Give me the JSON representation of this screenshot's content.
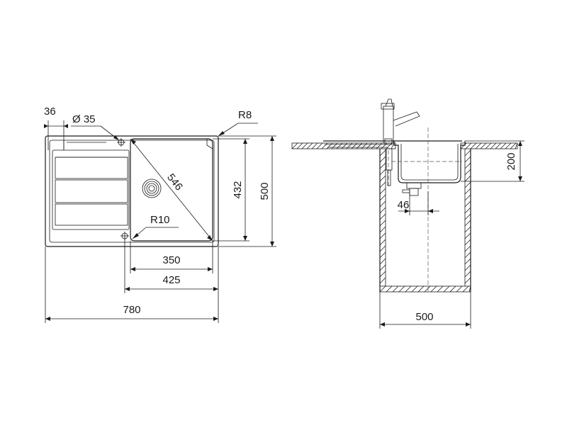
{
  "plan": {
    "dim_36": "36",
    "dim_hole": "Ø 35",
    "dim_r8": "R8",
    "dim_diag": "546",
    "dim_r10": "R10",
    "dim_432": "432",
    "dim_500": "500",
    "dim_350": "350",
    "dim_425": "425",
    "dim_780": "780"
  },
  "section": {
    "dim_200": "200",
    "dim_46": "46",
    "dim_500": "500"
  }
}
